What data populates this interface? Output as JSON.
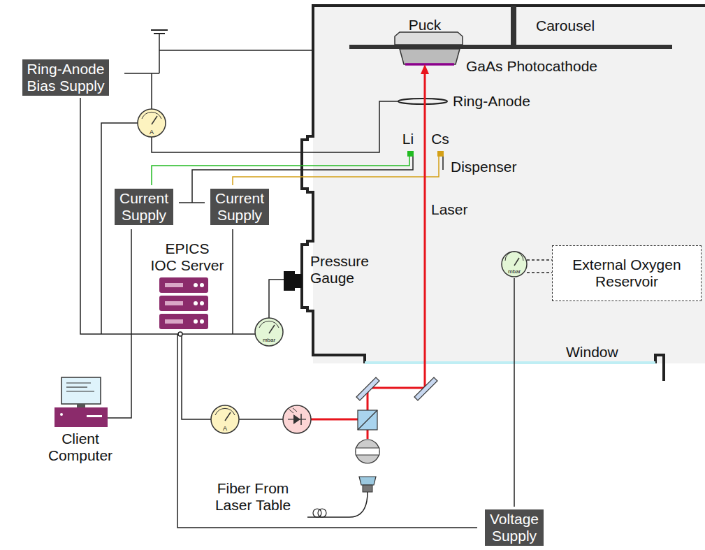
{
  "diagram": {
    "nodes": [
      {
        "text": [
          "Ring-Anode Bias Supply"
        ]
      },
      {
        "text": [
          "Current Supply"
        ]
      },
      {
        "text": [
          "Current Supply"
        ]
      },
      {
        "text": [
          "External Oxygen Reservoir"
        ]
      },
      {
        "text": [
          "Voltage Supply"
        ]
      }
    ],
    "labels": [
      "Puck",
      "Carousel",
      "GaAs Photocathode",
      "Ring-Anode",
      "Li",
      "Cs",
      "Dispenser",
      "Laser",
      "Pressure Gauge",
      "EPICS IOC Server",
      "Window",
      "Client Computer",
      "Fiber From Laser Table",
      "A",
      "A",
      "mbar",
      "mbar"
    ]
  }
}
